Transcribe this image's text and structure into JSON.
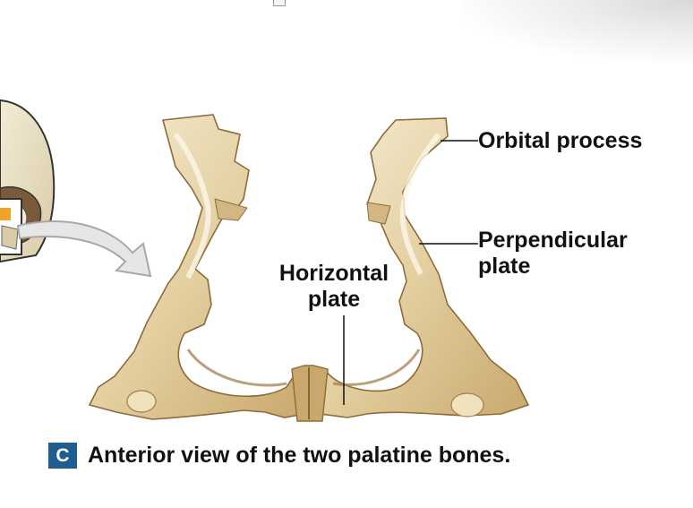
{
  "labels": {
    "orbital": "Orbital process",
    "perpendicular_line1": "Perpendicular",
    "perpendicular_line2": "plate",
    "horizontal_line1": "Horizontal",
    "horizontal_line2": "plate"
  },
  "caption": {
    "badge": "C",
    "text": "Anterior view of the two palatine bones."
  },
  "colors": {
    "bone": "#e3cfa0",
    "bone_light": "#f6eed6",
    "bone_shadow": "#b9955e",
    "badge": "#1f5d91"
  }
}
